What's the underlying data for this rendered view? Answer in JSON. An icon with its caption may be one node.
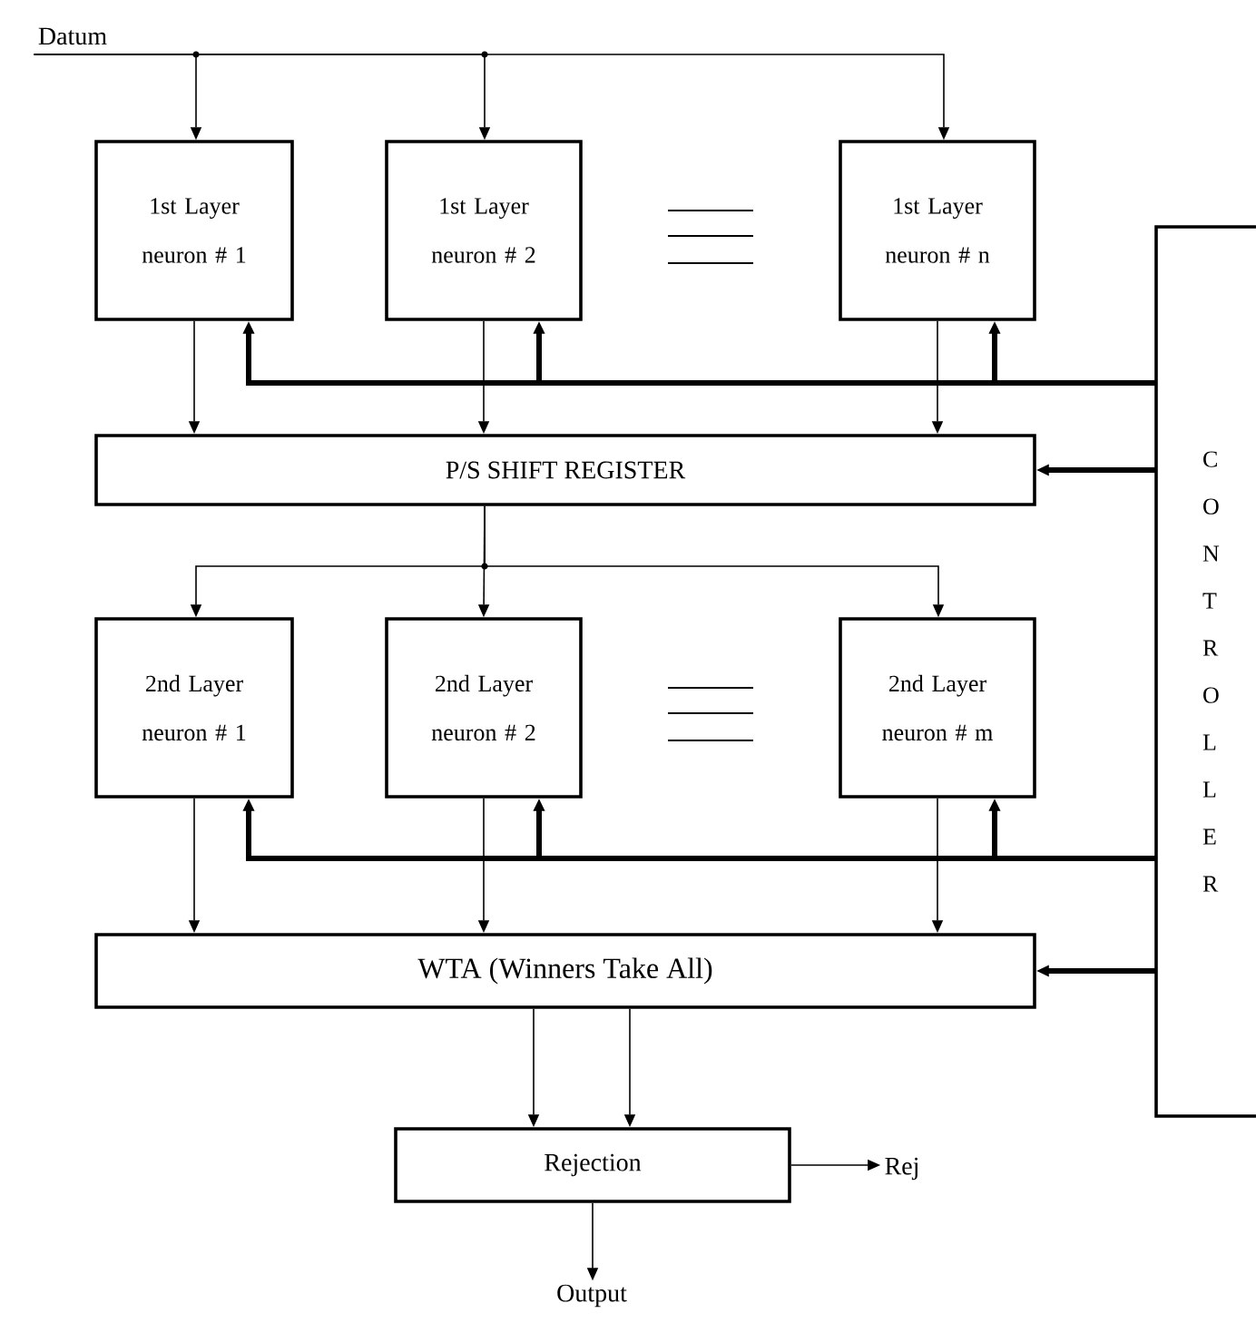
{
  "diagram": {
    "nodes": [
      {
        "text": [
          "Datum"
        ]
      },
      {
        "text": [
          "1st Layer neuron # 1"
        ]
      },
      {
        "text": [
          "1st Layer neuron # 2"
        ]
      },
      {
        "text": [
          "1st Layer neuron # n"
        ]
      },
      {
        "text": [
          "P/S SHIFT REGISTER"
        ]
      },
      {
        "text": [
          "2nd Layer neuron # 1"
        ]
      },
      {
        "text": [
          "2nd Layer neuron # 2"
        ]
      },
      {
        "text": [
          "2nd Layer neuron # m"
        ]
      },
      {
        "text": [
          "WTA  (Winners Take All)"
        ]
      },
      {
        "text": [
          "Rejection"
        ]
      },
      {
        "text": [
          "Rej"
        ]
      },
      {
        "text": [
          "Output"
        ]
      },
      {
        "text": [
          "C O N T R O L L E R"
        ]
      }
    ],
    "edges": [
      {
        "from": 0,
        "to": 1,
        "arrow": "to"
      },
      {
        "from": 0,
        "to": 2,
        "arrow": "to"
      },
      {
        "from": 0,
        "to": 3,
        "arrow": "to"
      },
      {
        "from": 1,
        "to": 4,
        "arrow": "to"
      },
      {
        "from": 2,
        "to": 4,
        "arrow": "to"
      },
      {
        "from": 3,
        "to": 4,
        "arrow": "to"
      },
      {
        "from": 12,
        "to": 1,
        "arrow": "to",
        "style": "thick"
      },
      {
        "from": 12,
        "to": 2,
        "arrow": "to",
        "style": "thick"
      },
      {
        "from": 12,
        "to": 3,
        "arrow": "to",
        "style": "thick"
      },
      {
        "from": 12,
        "to": 4,
        "arrow": "to",
        "style": "thick"
      },
      {
        "from": 4,
        "to": 5,
        "arrow": "to"
      },
      {
        "from": 4,
        "to": 6,
        "arrow": "to"
      },
      {
        "from": 4,
        "to": 7,
        "arrow": "to"
      },
      {
        "from": 5,
        "to": 8,
        "arrow": "to"
      },
      {
        "from": 6,
        "to": 8,
        "arrow": "to"
      },
      {
        "from": 7,
        "to": 8,
        "arrow": "to"
      },
      {
        "from": 12,
        "to": 5,
        "arrow": "to",
        "style": "thick"
      },
      {
        "from": 12,
        "to": 6,
        "arrow": "to",
        "style": "thick"
      },
      {
        "from": 12,
        "to": 7,
        "arrow": "to",
        "style": "thick"
      },
      {
        "from": 12,
        "to": 8,
        "arrow": "to",
        "style": "thick"
      },
      {
        "from": 8,
        "to": 9,
        "arrow": "to"
      },
      {
        "from": 8,
        "to": 9,
        "arrow": "to"
      },
      {
        "from": 9,
        "to": 10,
        "arrow": "to"
      },
      {
        "from": 9,
        "to": 11,
        "arrow": "to"
      }
    ]
  }
}
